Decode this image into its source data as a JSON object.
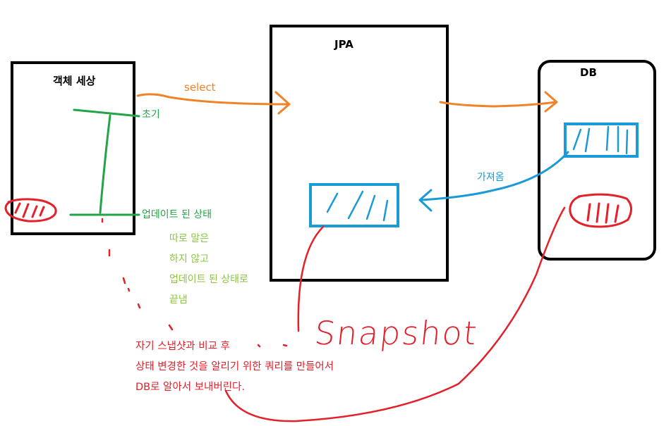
{
  "boxes": {
    "object_world": "객체 세상",
    "jpa": "JPA",
    "db": "DB"
  },
  "arrows": {
    "select": "select",
    "fetched": "가져옴"
  },
  "timeline": {
    "initial": "초기",
    "updated": "업데이트 된 상태"
  },
  "note_green": [
    "따로 말은",
    "하지 않고",
    "업데이트 된 상태로",
    "끝냄"
  ],
  "snapshot": "Snapshot",
  "note_red": [
    "자기 스냅샷과 비교 후",
    "상태 변경한 것을 알리기 위한 쿼리를 만들어서",
    "DB로 알아서 보내버린다."
  ],
  "colors": {
    "box_stroke": "#000000",
    "orange": "#f0832a",
    "green": "#22a447",
    "lime": "#8cc63f",
    "blue": "#1a9ad6",
    "red": "#e4202a"
  }
}
